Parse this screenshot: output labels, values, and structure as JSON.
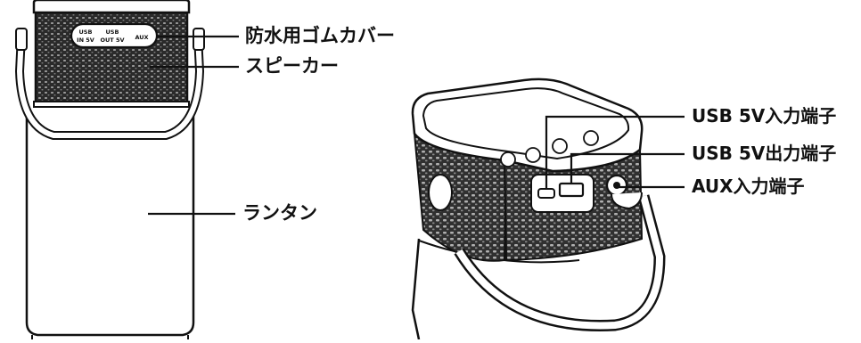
{
  "left_figure": {
    "port_labels": {
      "usb_in_line1": "USB",
      "usb_in_line2": "IN 5V",
      "usb_out_line1": "USB",
      "usb_out_line2": "OUT 5V",
      "aux": "AUX"
    },
    "callouts": {
      "cover": "防水用ゴムカバー",
      "speaker": "スピーカー",
      "lantern": "ランタン"
    }
  },
  "right_figure": {
    "callouts": {
      "usb_in": "USB 5V入力端子",
      "usb_out": "USB 5V出力端子",
      "aux_in": "AUX入力端子"
    }
  },
  "colors": {
    "line": "#111111",
    "grille": "#333333",
    "background": "#ffffff"
  }
}
